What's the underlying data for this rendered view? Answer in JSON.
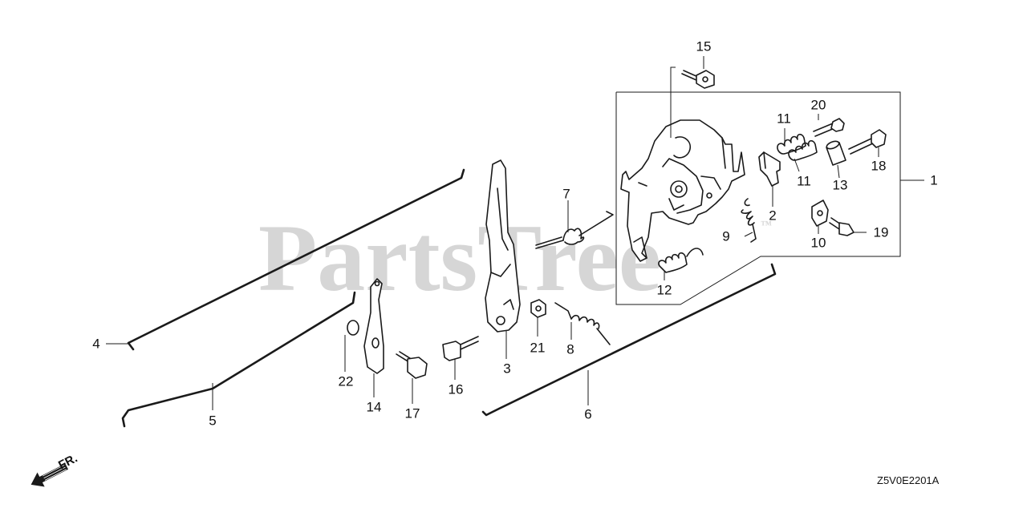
{
  "watermark": "PartsTree",
  "watermark_mark": "™",
  "diagram_code": "Z5V0E2201A",
  "direction_label": "FR.",
  "callouts": {
    "c1": "1",
    "c2": "2",
    "c3": "3",
    "c4": "4",
    "c5": "5",
    "c6": "6",
    "c7": "7",
    "c8": "8",
    "c9": "9",
    "c10": "10",
    "c11a": "11",
    "c11b": "11",
    "c12": "12",
    "c13": "13",
    "c14": "14",
    "c15": "15",
    "c16": "16",
    "c17": "17",
    "c18": "18",
    "c19": "19",
    "c20": "20",
    "c21": "21",
    "c22": "22"
  }
}
